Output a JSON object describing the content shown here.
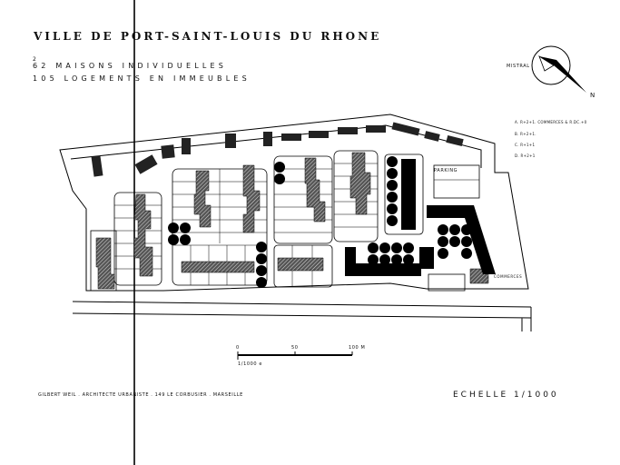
{
  "title": "VILLE DE PORT-SAINT-LOUIS DU RHONE",
  "superscript": "2",
  "subtitle_houses": "62 MAISONS INDIVIDUELLES",
  "subtitle_flats": "105 LOGEMENTS EN IMMEUBLES",
  "compass": {
    "wind_label": "MISTRAL",
    "north_label": "N"
  },
  "legend": [
    "A. R+2+1. COMMERCES & R.DC.+0",
    "B. R+2+1.",
    "C. R+1+1",
    "D. R+2+1"
  ],
  "plan_labels": {
    "parking": "PARKING",
    "commerces": "COMMERCES"
  },
  "scale_bar": {
    "ticks": [
      "0",
      "50",
      "100 M"
    ],
    "caption": "1/1000 e"
  },
  "architect": "GILBERT WEIL . ARCHITECTE URBANISTE . 149 LE CORBUSIER . MARSEILLE",
  "scale_text": "ECHELLE   1/1000"
}
